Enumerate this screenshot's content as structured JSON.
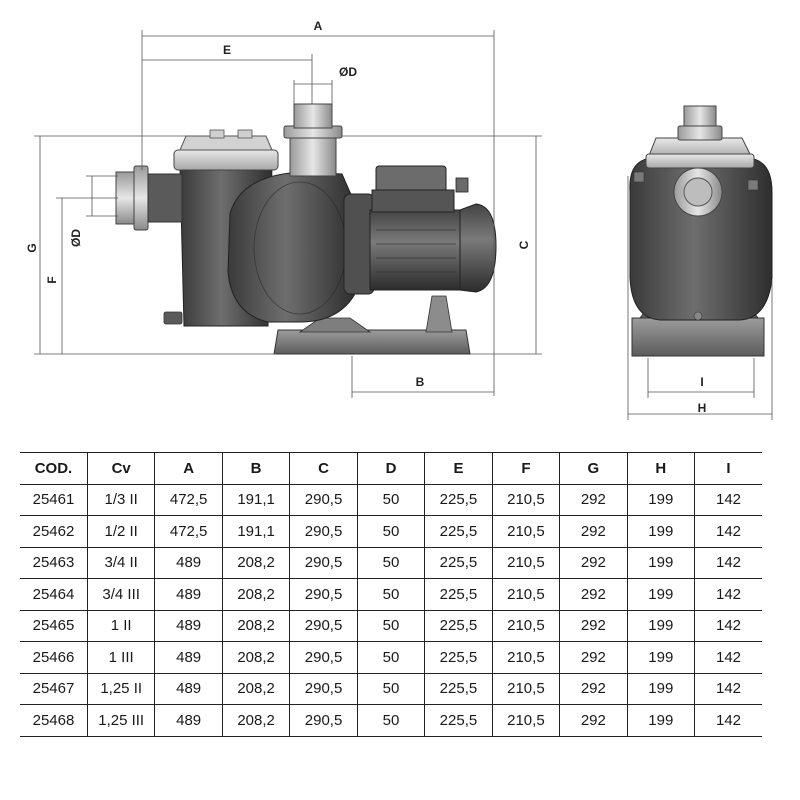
{
  "dimension_labels": {
    "A": "A",
    "B": "B",
    "C": "C",
    "D_top": "ØD",
    "D_side": "ØD",
    "E": "E",
    "F": "F",
    "G": "G",
    "H": "H",
    "I": "I"
  },
  "table": {
    "headers": [
      "COD.",
      "Cv",
      "A",
      "B",
      "C",
      "D",
      "E",
      "F",
      "G",
      "H",
      "I"
    ],
    "rows": [
      [
        "25461",
        "1/3 II",
        "472,5",
        "191,1",
        "290,5",
        "50",
        "225,5",
        "210,5",
        "292",
        "199",
        "142"
      ],
      [
        "25462",
        "1/2 II",
        "472,5",
        "191,1",
        "290,5",
        "50",
        "225,5",
        "210,5",
        "292",
        "199",
        "142"
      ],
      [
        "25463",
        "3/4 II",
        "489",
        "208,2",
        "290,5",
        "50",
        "225,5",
        "210,5",
        "292",
        "199",
        "142"
      ],
      [
        "25464",
        "3/4 III",
        "489",
        "208,2",
        "290,5",
        "50",
        "225,5",
        "210,5",
        "292",
        "199",
        "142"
      ],
      [
        "25465",
        "1 II",
        "489",
        "208,2",
        "290,5",
        "50",
        "225,5",
        "210,5",
        "292",
        "199",
        "142"
      ],
      [
        "25466",
        "1 III",
        "489",
        "208,2",
        "290,5",
        "50",
        "225,5",
        "210,5",
        "292",
        "199",
        "142"
      ],
      [
        "25467",
        "1,25 II",
        "489",
        "208,2",
        "290,5",
        "50",
        "225,5",
        "210,5",
        "292",
        "199",
        "142"
      ],
      [
        "25468",
        "1,25 III",
        "489",
        "208,2",
        "290,5",
        "50",
        "225,5",
        "210,5",
        "292",
        "199",
        "142"
      ]
    ]
  }
}
